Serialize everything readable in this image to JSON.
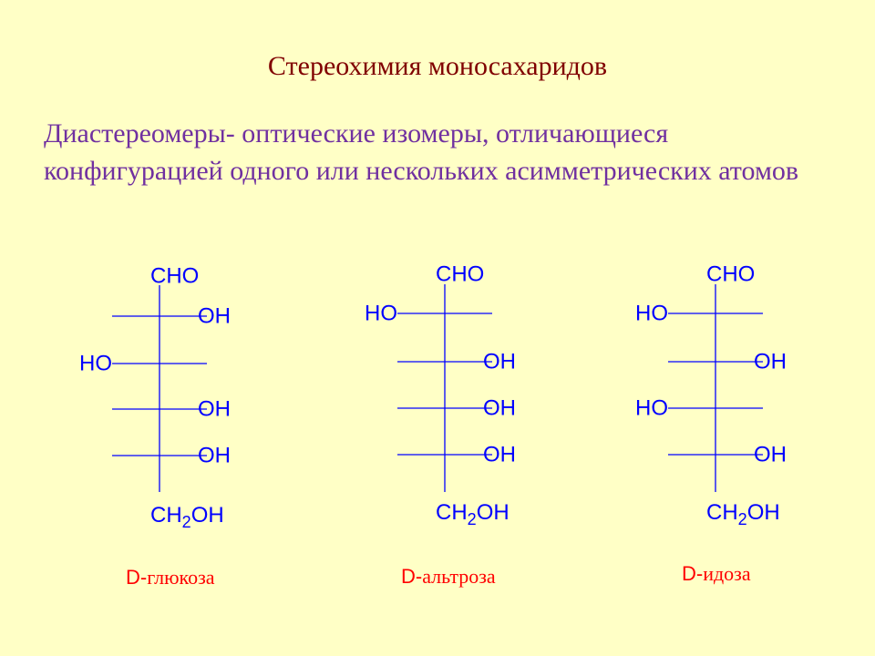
{
  "title": "Стереохимия моносахаридов",
  "definition": "Диастереомеры- оптические изомеры, отличающиеся конфигурацией одного или нескольких асимметрических атомов",
  "colors": {
    "background": "#FFFFC6",
    "title": "#800000",
    "definition": "#7030A0",
    "structure": "#0000FF",
    "name": "#FF0000"
  },
  "labels": {
    "top_group": "CHO",
    "hydroxyl": "OH",
    "hydroxyl_left": "HO",
    "bottom_prefix": "CH",
    "bottom_subscript": "2",
    "bottom_suffix": "OH"
  },
  "sugars": [
    {
      "prefix": "D-",
      "base": "глюкоза",
      "centers": [
        "right",
        "left",
        "right",
        "right"
      ]
    },
    {
      "prefix": "D-",
      "base": "альтроза",
      "centers": [
        "left",
        "right",
        "right",
        "right"
      ]
    },
    {
      "prefix": "D-",
      "base": "идоза",
      "centers": [
        "left",
        "right",
        "left",
        "right"
      ]
    }
  ]
}
